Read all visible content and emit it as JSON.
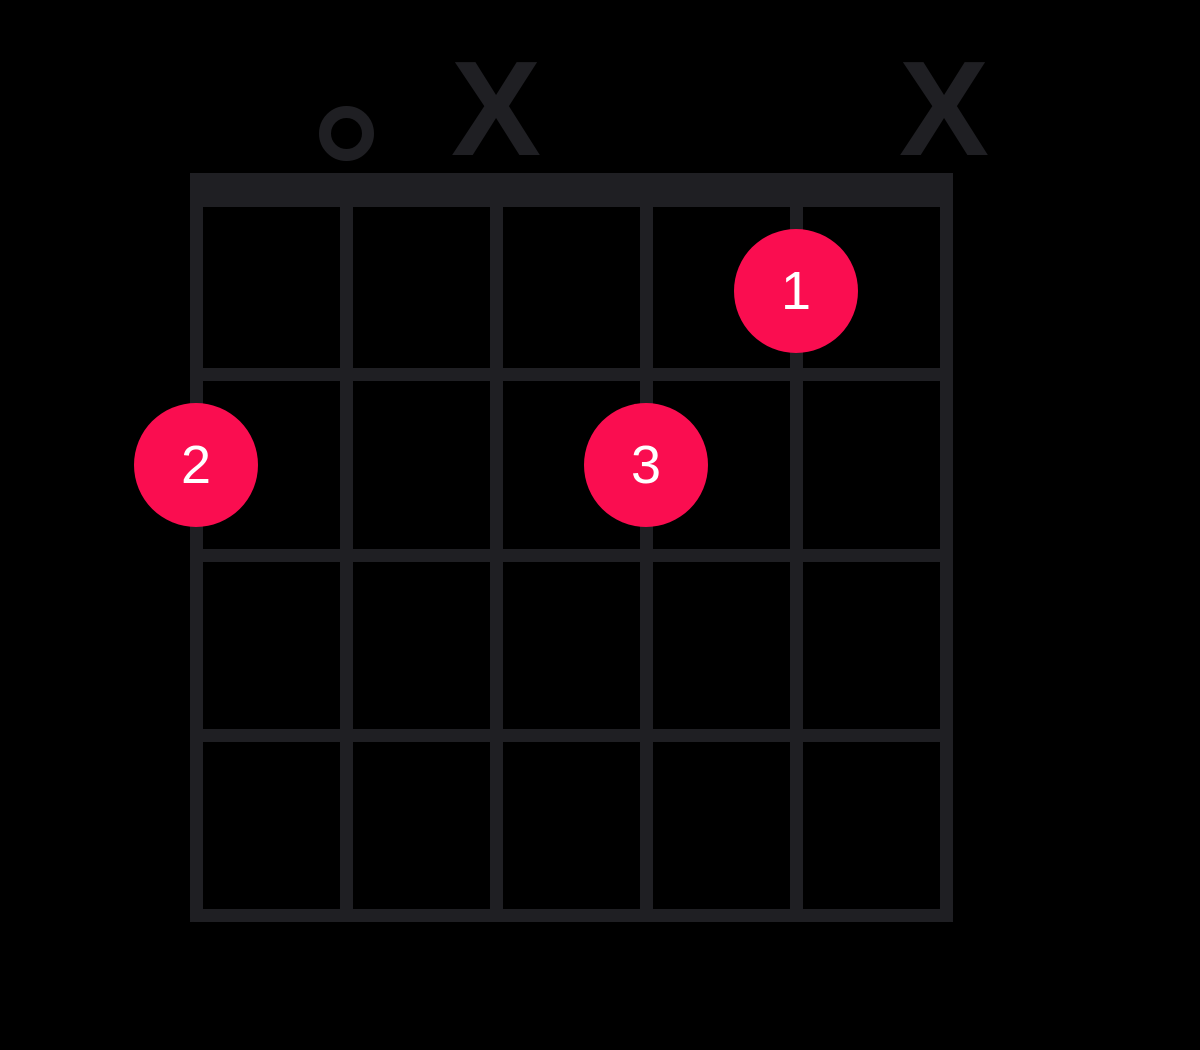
{
  "diagram": {
    "type": "guitar-chord",
    "string_count": 6,
    "fret_count": 4,
    "nut": true,
    "markers": [
      {
        "string": 2,
        "symbol": "o",
        "meaning": "open"
      },
      {
        "string": 3,
        "symbol": "X",
        "meaning": "muted"
      },
      {
        "string": 6,
        "symbol": "X",
        "meaning": "muted"
      }
    ],
    "dots": [
      {
        "string": 5,
        "fret": 1,
        "finger": "1"
      },
      {
        "string": 1,
        "fret": 2,
        "finger": "2"
      },
      {
        "string": 4,
        "fret": 2,
        "finger": "3"
      }
    ],
    "colors": {
      "background": "#000000",
      "line": "#1f1f23",
      "dot": "#fa0d50",
      "dot_text": "#ffffff"
    }
  }
}
